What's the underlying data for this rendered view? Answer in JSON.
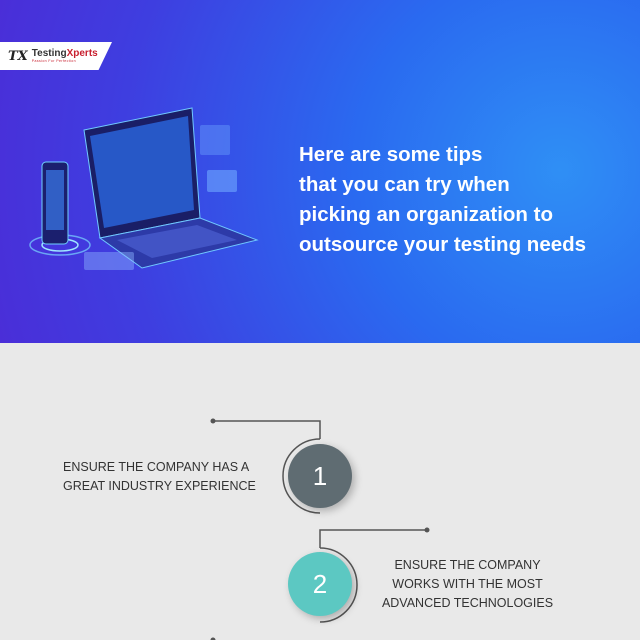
{
  "brand": {
    "logo_mark": "TX",
    "name_a": "Testing",
    "name_b": "Xperts",
    "tagline": "Passion For Perfection",
    "accent": "#c8202f"
  },
  "hero": {
    "headline": [
      "Here are some tips",
      "that you can try when",
      "picking an organization to",
      "outsource your testing needs"
    ],
    "illustration": "laptop-and-phone-icon"
  },
  "steps": [
    {
      "number": "1",
      "text": [
        "Ensure the company has a",
        "great industry experience"
      ],
      "color": "#5f6c72"
    },
    {
      "number": "2",
      "text": [
        "Ensure the company",
        "works with the most",
        "advanced technologies"
      ],
      "color": "#5cc8c2"
    }
  ]
}
